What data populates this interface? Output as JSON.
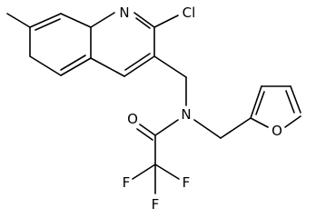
{
  "molecule": {
    "atom_labels": {
      "ring_nitrogen": "N",
      "chlorine": "Cl",
      "amide_nitrogen": "N",
      "carbonyl_oxygen": "O",
      "furan_oxygen": "O",
      "fluorine_left": "F",
      "fluorine_right": "F",
      "fluorine_bottom": "F"
    }
  }
}
